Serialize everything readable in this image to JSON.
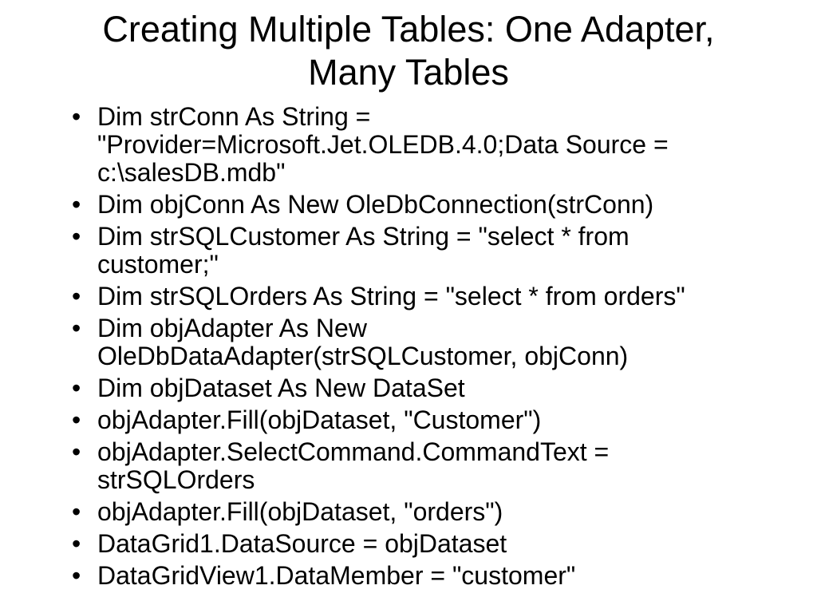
{
  "slide": {
    "title": "Creating Multiple Tables: One Adapter, Many Tables",
    "bullets": [
      "Dim strConn As String = \"Provider=Microsoft.Jet.OLEDB.4.0;Data Source = c:\\salesDB.mdb\"",
      "Dim objConn As New OleDbConnection(strConn)",
      "Dim strSQLCustomer As String = \"select * from customer;\"",
      "Dim strSQLOrders As String = \"select * from orders\"",
      "Dim objAdapter As New OleDbDataAdapter(strSQLCustomer, objConn)",
      "Dim objDataset As New DataSet",
      "objAdapter.Fill(objDataset, \"Customer\")",
      "objAdapter.SelectCommand.CommandText = strSQLOrders",
      "objAdapter.Fill(objDataset, \"orders\")",
      "DataGrid1.DataSource = objDataset",
      "DataGridView1.DataMember = \"customer\""
    ]
  }
}
